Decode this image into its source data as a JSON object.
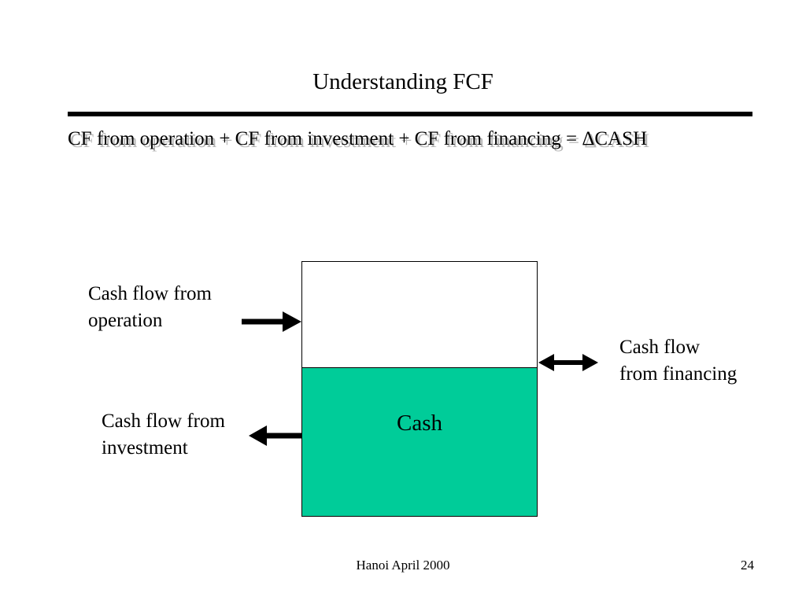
{
  "slide": {
    "title": "Understanding FCF",
    "equation": "CF from operation + CF from investment + CF from financing = ΔCASH"
  },
  "diagram": {
    "box_label": "Cash",
    "box_fill_color": "#00cc99",
    "flows": {
      "operation": {
        "label": "Cash flow from\noperation",
        "direction": "inflow"
      },
      "financing": {
        "label": "Cash flow\nfrom financing",
        "direction": "both"
      },
      "investment": {
        "label": "Cash flow from\ninvestment",
        "direction": "outflow"
      }
    }
  },
  "footer": {
    "text": "Hanoi April 2000",
    "page_number": "24"
  }
}
